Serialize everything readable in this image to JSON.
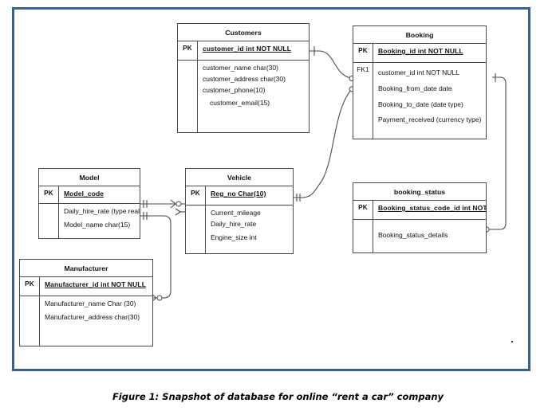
{
  "figure": {
    "caption": "Figure 1: Snapshot of database for online “rent a car” company",
    "frame_color": "#3a5f93",
    "line_color": "#4a4a4a"
  },
  "entities": {
    "customers": {
      "title": "Customers",
      "key_label": "PK",
      "pk_attributes": [
        "customer_id int NOT NULL"
      ],
      "attributes": [
        "customer_name char(30)",
        "customer_address char(30)",
        "customer_phone(10)",
        "customer_email(15)"
      ]
    },
    "booking": {
      "title": "Booking",
      "key_label": "PK",
      "fk_label": "FK1",
      "pk_attributes": [
        "Booking_id int NOT NULL"
      ],
      "attributes": [
        "customer_id int NOT NULL",
        "Booking_from_date date",
        "Booking_to_date (date type)",
        "Payment_received  (currency type)"
      ]
    },
    "model": {
      "title": "Model",
      "key_label": "PK",
      "pk_attributes": [
        "Model_code"
      ],
      "attributes": [
        "Daily_hire_rate (type real)",
        "Model_name char(15)"
      ]
    },
    "vehicle": {
      "title": "Vehicle",
      "key_label": "PK",
      "pk_attributes": [
        "Reg_no Char(10)"
      ],
      "attributes": [
        "Current_mileage",
        "Daily_hire_rate",
        "Engine_size int"
      ]
    },
    "booking_status": {
      "title": "booking_status",
      "key_label": "PK",
      "pk_attributes": [
        "Booking_status_code_id int NOT NUL"
      ],
      "attributes": [
        "Booking_status_details"
      ]
    },
    "manufacturer": {
      "title": "Manufacturer",
      "key_label": "PK",
      "pk_attributes": [
        "Manufacturer_id int NOT NULL"
      ],
      "attributes": [
        "Manufacturer_name Char (30)",
        "Manufacturer_address char(30)"
      ]
    }
  },
  "relationships": [
    {
      "name": "customers-to-booking",
      "from": "customers",
      "to": "booking",
      "from_cardinality": "one",
      "to_cardinality": "zero-or-many"
    },
    {
      "name": "vehicle-to-booking",
      "from": "vehicle",
      "to": "booking",
      "from_cardinality": "one-and-only-one",
      "to_cardinality": "zero-or-many"
    },
    {
      "name": "booking-to-booking-status",
      "from": "booking",
      "to": "booking_status",
      "from_cardinality": "one",
      "to_cardinality": "zero-or-many"
    },
    {
      "name": "model-to-vehicle",
      "from": "model",
      "to": "vehicle",
      "from_cardinality": "one-and-only-one",
      "to_cardinality": "zero-or-many"
    },
    {
      "name": "manufacturer-to-model",
      "from": "manufacturer",
      "to": "model",
      "from_cardinality": "one-and-only-one",
      "to_cardinality": "zero-or-many"
    }
  ]
}
